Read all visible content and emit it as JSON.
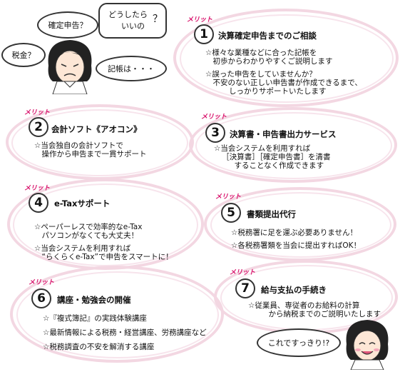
{
  "header_bubbles": {
    "kakutei": "確定申告？",
    "zeikin": "税金？",
    "doushitara_1": "どうしたら",
    "doushitara_2": "いいの",
    "doushitara_q": "？",
    "kichou": "記帳は・・・"
  },
  "merits": [
    {
      "label": "メリット",
      "num": "1",
      "title": "決算確定申告までのご相談",
      "lines": [
        "☆様々な業種などに合った記帳を",
        "　初歩からわかりやすくご説明します",
        "☆誤った申告をしていませんか？",
        "　不安のない正しい申告書が作成できるまで、",
        "　　しっかりサポートいたします"
      ]
    },
    {
      "label": "メリット",
      "num": "2",
      "title": "会計ソフト《アオコン》",
      "lines": [
        "☆当会独自の会計ソフトで",
        "　操作から申告まで一貫サポート"
      ]
    },
    {
      "label": "メリット",
      "num": "3",
      "title": "決算書・申告書出力サービス",
      "lines": [
        "☆当会システムを利用すれば",
        "　［決算書］［確定申告書］を清書",
        "　することなく作成できます"
      ]
    },
    {
      "label": "メリット",
      "num": "4",
      "title": "e-Taxサポート",
      "lines": [
        "☆ペーパーレスで効率的なe-Tax",
        "　パソコンがなくても大丈夫！",
        "☆当会システムを利用すれば",
        "　“らくらくe-Tax”で申告をスマートに！"
      ]
    },
    {
      "label": "メリット",
      "num": "5",
      "title": "書類提出代行",
      "lines": [
        "☆税務署に足を運ぶ必要ありません！",
        "☆各税務署類を当会に提出すればOK！"
      ]
    },
    {
      "label": "メリット",
      "num": "6",
      "title": "講座・勉強会の開催",
      "lines": [
        "☆『複式簿記』の実践体験講座",
        "☆最新情報による税務・経営講座、労務講座など",
        "☆税務調査の不安を解消する講座"
      ]
    },
    {
      "label": "メリット",
      "num": "7",
      "title": "給与支払の手続き",
      "lines": [
        "☆従業員、専従者のお給料の計算",
        "　から納税までのご説明いたします"
      ]
    }
  ],
  "footer_bubble": "これですっきり!?",
  "colors": {
    "accent": "#d8106a",
    "ring": "#f3d7e2"
  }
}
